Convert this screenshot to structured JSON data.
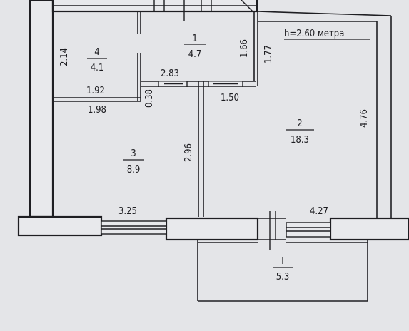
{
  "note": "h=2.60 метра",
  "rooms": [
    {
      "id": "room-4",
      "number": "4",
      "area": "4.1"
    },
    {
      "id": "room-1",
      "number": "1",
      "area": "4.7"
    },
    {
      "id": "room-3",
      "number": "3",
      "area": "8.9"
    },
    {
      "id": "room-2",
      "number": "2",
      "area": "18.3"
    },
    {
      "id": "balcony",
      "number": "I",
      "area": "5.3"
    }
  ],
  "dimensions": [
    "2.14",
    "1.92",
    "1.98",
    "0.38",
    "2.83",
    "1.66",
    "1.77",
    "1.50",
    "2.96",
    "4.76",
    "3.25",
    "4.27"
  ],
  "colors": {
    "paper": "#e4e5e8",
    "line": "#1e1e22",
    "wall": "#e8e9ec"
  }
}
